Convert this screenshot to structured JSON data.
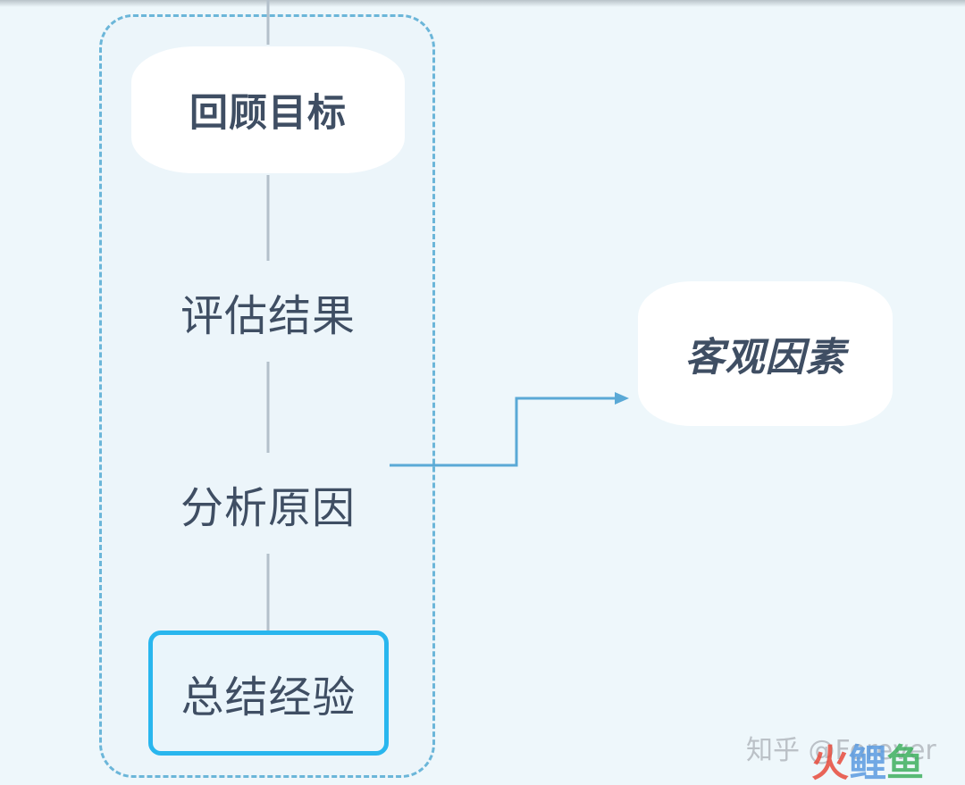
{
  "diagram": {
    "nodes": {
      "goal": "回顾目标",
      "evaluate": "评估结果",
      "analyze": "分析原因",
      "summary": "总结经验",
      "objective": "客观因素"
    }
  },
  "watermark": {
    "text": "知乎 @Forever",
    "logo": {
      "chars": [
        "火",
        "鲤",
        "鱼"
      ],
      "colors": [
        "#e84b3c",
        "#5b9be0",
        "#3fb05f"
      ]
    }
  },
  "colors": {
    "background": "#eef7fb",
    "frame_border": "#6bb6d9",
    "connector": "#b3c0cb",
    "arrow": "#5aa9d6",
    "highlight_border": "#29b6ee",
    "node_text": "#3f4e63"
  }
}
